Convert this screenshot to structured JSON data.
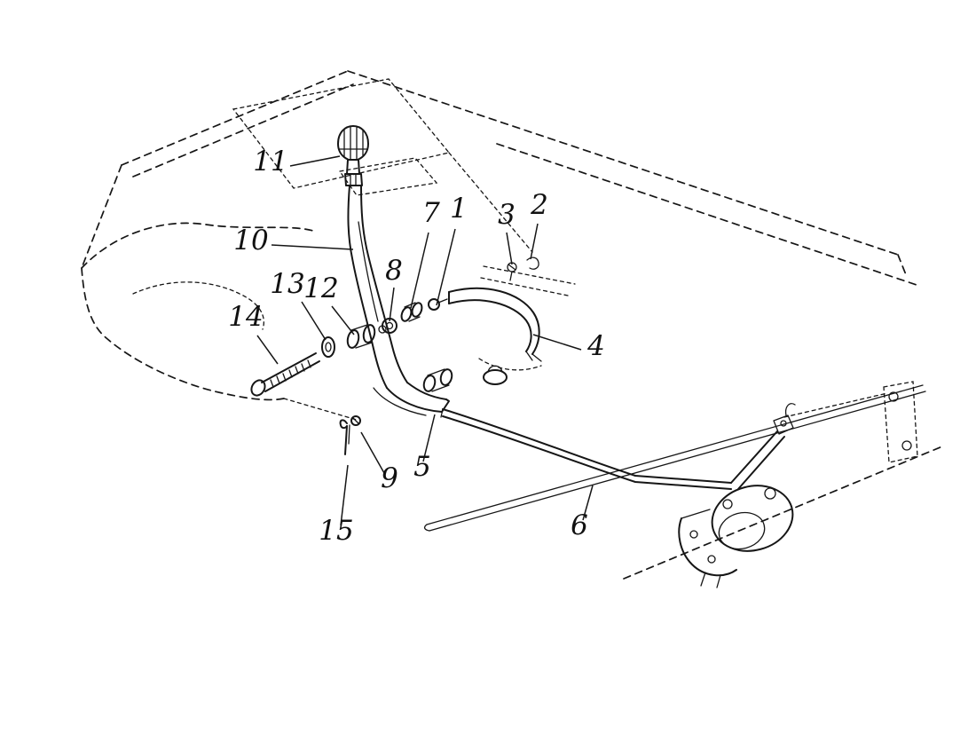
{
  "diagram": {
    "description": "exploded-parts-line-drawing",
    "colors": {
      "ink": "#161616",
      "background": "#ffffff"
    },
    "callouts": [
      {
        "label": "1"
      },
      {
        "label": "2"
      },
      {
        "label": "3"
      },
      {
        "label": "4"
      },
      {
        "label": "5"
      },
      {
        "label": "6"
      },
      {
        "label": "7"
      },
      {
        "label": "8"
      },
      {
        "label": "9"
      },
      {
        "label": "10"
      },
      {
        "label": "11"
      },
      {
        "label": "12"
      },
      {
        "label": "13"
      },
      {
        "label": "14"
      },
      {
        "label": "15"
      }
    ]
  }
}
